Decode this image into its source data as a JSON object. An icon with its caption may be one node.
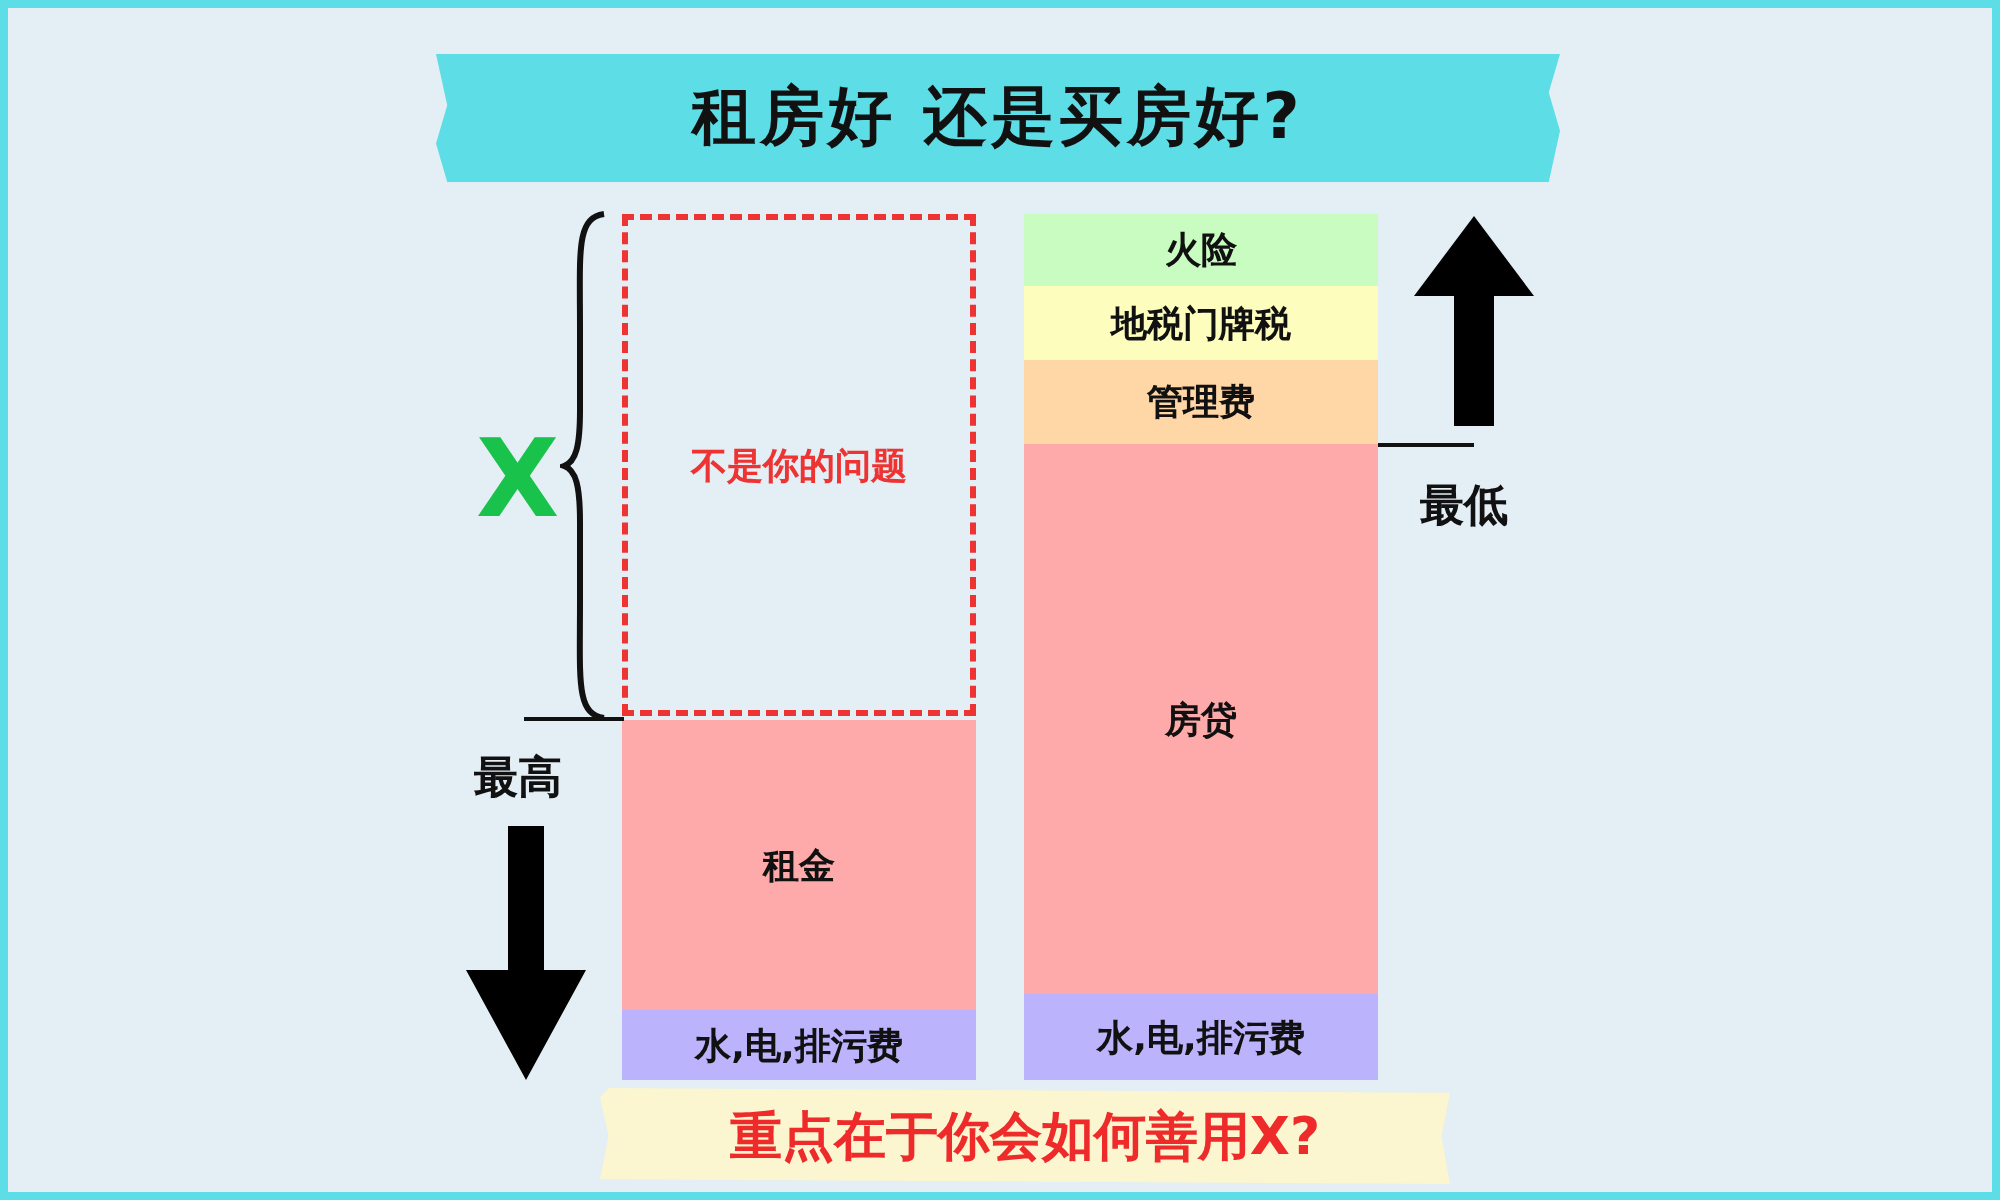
{
  "diagram": {
    "title": "租房好 还是买房好?",
    "caption": "重点在于你会如何善用X?",
    "nodes": [
      {
        "text": [
          "不是你的问题"
        ]
      },
      {
        "text": [
          "租金"
        ]
      },
      {
        "text": [
          "水,电,排污费"
        ]
      },
      {
        "text": [
          "火险"
        ]
      },
      {
        "text": [
          "地税门牌税"
        ]
      },
      {
        "text": [
          "管理费"
        ]
      },
      {
        "text": [
          "房贷"
        ]
      },
      {
        "text": [
          "水,电,排污费"
        ]
      }
    ],
    "edges": [],
    "labels": [
      "X",
      "最高",
      "最低"
    ]
  }
}
